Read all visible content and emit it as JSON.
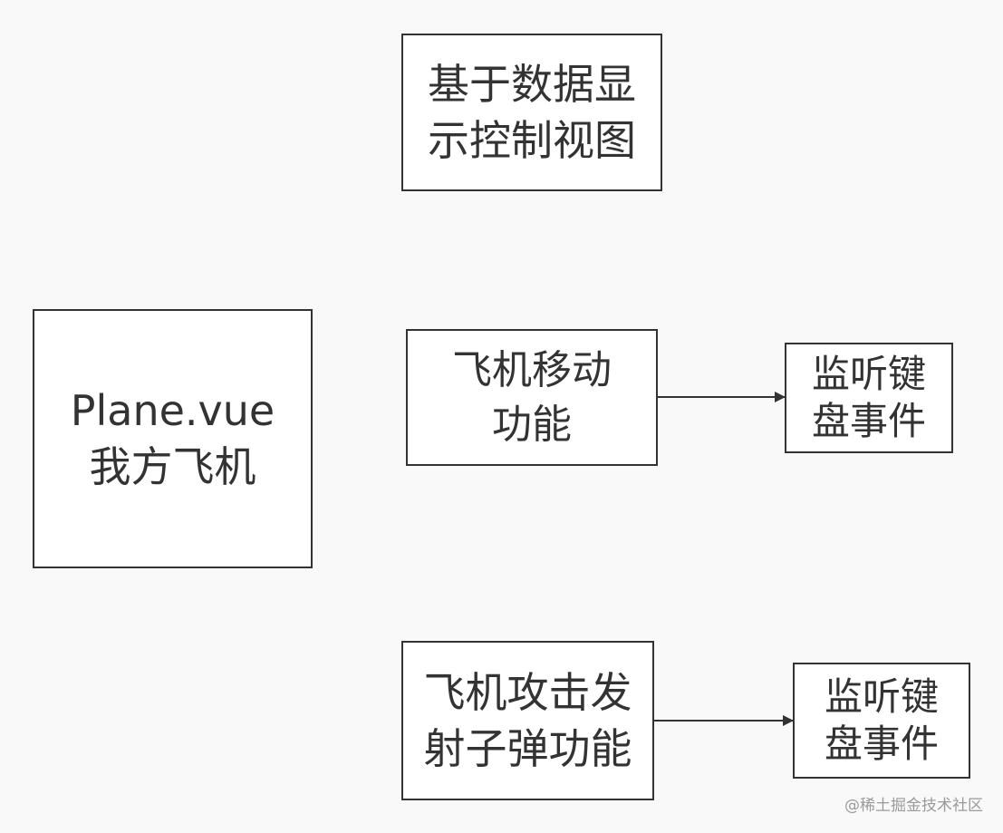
{
  "nodes": {
    "base": {
      "lines": [
        "基于数据显",
        "示控制视图"
      ]
    },
    "plane": {
      "lines": [
        "Plane.vue",
        "我方飞机"
      ]
    },
    "move": {
      "lines": [
        "飞机移动",
        "功能"
      ]
    },
    "key1": {
      "lines": [
        "监听键",
        "盘事件"
      ]
    },
    "attack": {
      "lines": [
        "飞机攻击发",
        "射子弹功能"
      ]
    },
    "key2": {
      "lines": [
        "监听键",
        "盘事件"
      ]
    }
  },
  "watermark": "@稀土掘金技术社区",
  "colors": {
    "background": "#f9f9f9",
    "stroke": "#333333",
    "watermark": "#9a9a9a"
  }
}
